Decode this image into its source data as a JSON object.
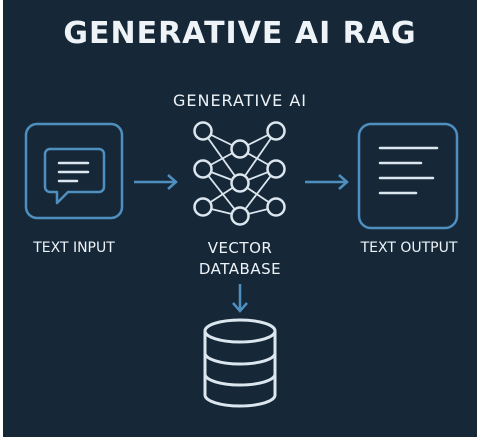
{
  "title": "GENERATIVE AI RAG",
  "diagram": {
    "center_heading": "GENERATIVE AI",
    "input_label": "TEXT INPUT",
    "output_label": "TEXT OUTPUT",
    "database_label_line1": "VECTOR",
    "database_label_line2": "DATABASE"
  },
  "colors": {
    "background": "#162838",
    "accent": "#4f8fbf",
    "line": "#dce6ee"
  },
  "icons": {
    "input": "chat-bubble-icon",
    "model": "neural-network-icon",
    "output": "document-lines-icon",
    "database": "database-cylinder-icon"
  }
}
